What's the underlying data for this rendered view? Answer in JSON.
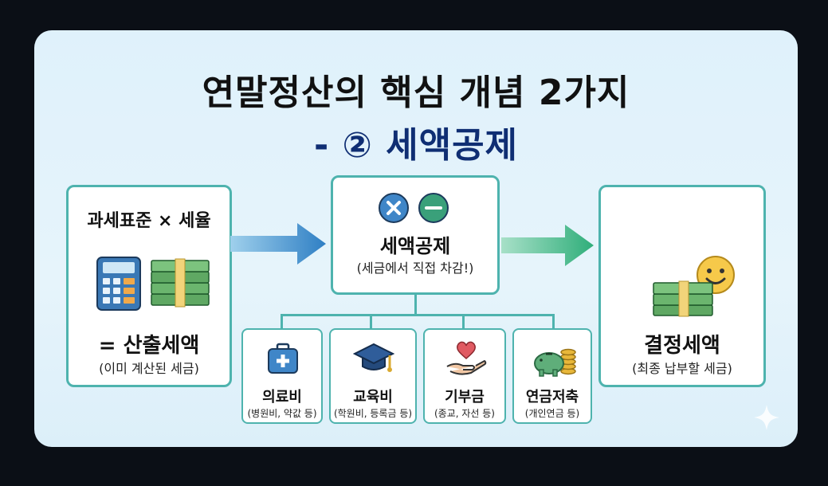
{
  "title": {
    "line1": "연말정산의 핵심 개념 2가지",
    "line2": "- ② 세액공제"
  },
  "left_box": {
    "formula": "과세표준 × 세율",
    "result": "= 산출세액",
    "note": "(이미 계산된 세금)"
  },
  "center_box": {
    "label": "세액공제",
    "note": "(세금에서 직접 차감!)"
  },
  "right_box": {
    "label": "결정세액",
    "note": "(최종 납부할 세금)"
  },
  "categories": [
    {
      "label": "의료비",
      "note": "(병원비, 약값 등)",
      "icon": "medical-kit-icon"
    },
    {
      "label": "교육비",
      "note": "(학원비, 등록금 등)",
      "icon": "graduation-cap-icon"
    },
    {
      "label": "기부금",
      "note": "(종교, 자선 등)",
      "icon": "heart-hand-icon"
    },
    {
      "label": "연금저축",
      "note": "(개인연금 등)",
      "icon": "piggy-bank-icon"
    }
  ],
  "colors": {
    "title": "#111111",
    "title_accent": "#0f2e73",
    "border": "#4eb3ae",
    "arrow_blue": "#2f7fc4",
    "arrow_green": "#2fae7a"
  }
}
